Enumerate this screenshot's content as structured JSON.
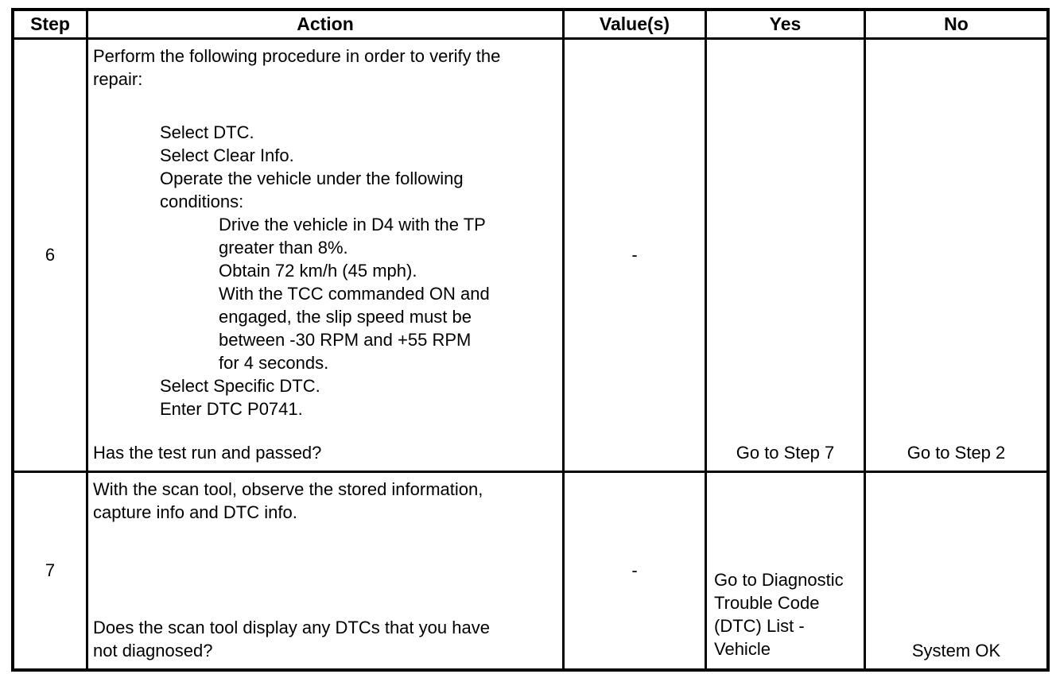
{
  "header": {
    "step": "Step",
    "action": "Action",
    "values": "Value(s)",
    "yes": "Yes",
    "no": "No"
  },
  "rows": [
    {
      "step": "6",
      "action_intro": "Perform the following procedure in order to verify the\nrepair:",
      "action_level1": "Select DTC.\nSelect Clear Info.\nOperate the vehicle under the following\nconditions:",
      "action_level2": "Drive the vehicle in D4 with the TP\ngreater than 8%.\nObtain 72 km/h (45 mph).\nWith the TCC commanded ON and\nengaged, the slip speed must be\nbetween -30 RPM and +55 RPM\nfor 4 seconds.",
      "action_level1b": "Select Specific DTC.\nEnter DTC P0741.",
      "action_question": "Has the test run and passed?",
      "value": "-",
      "yes": "Go to Step 7",
      "no": "Go to Step 2"
    },
    {
      "step": "7",
      "action_intro": "With the scan tool, observe the stored information,\ncapture info and DTC info.",
      "action_question": "Does the scan tool display any DTCs that you have\nnot diagnosed?",
      "value": "-",
      "yes": "Go to Diagnostic\nTrouble Code\n(DTC) List -\nVehicle",
      "no": "System OK"
    }
  ]
}
